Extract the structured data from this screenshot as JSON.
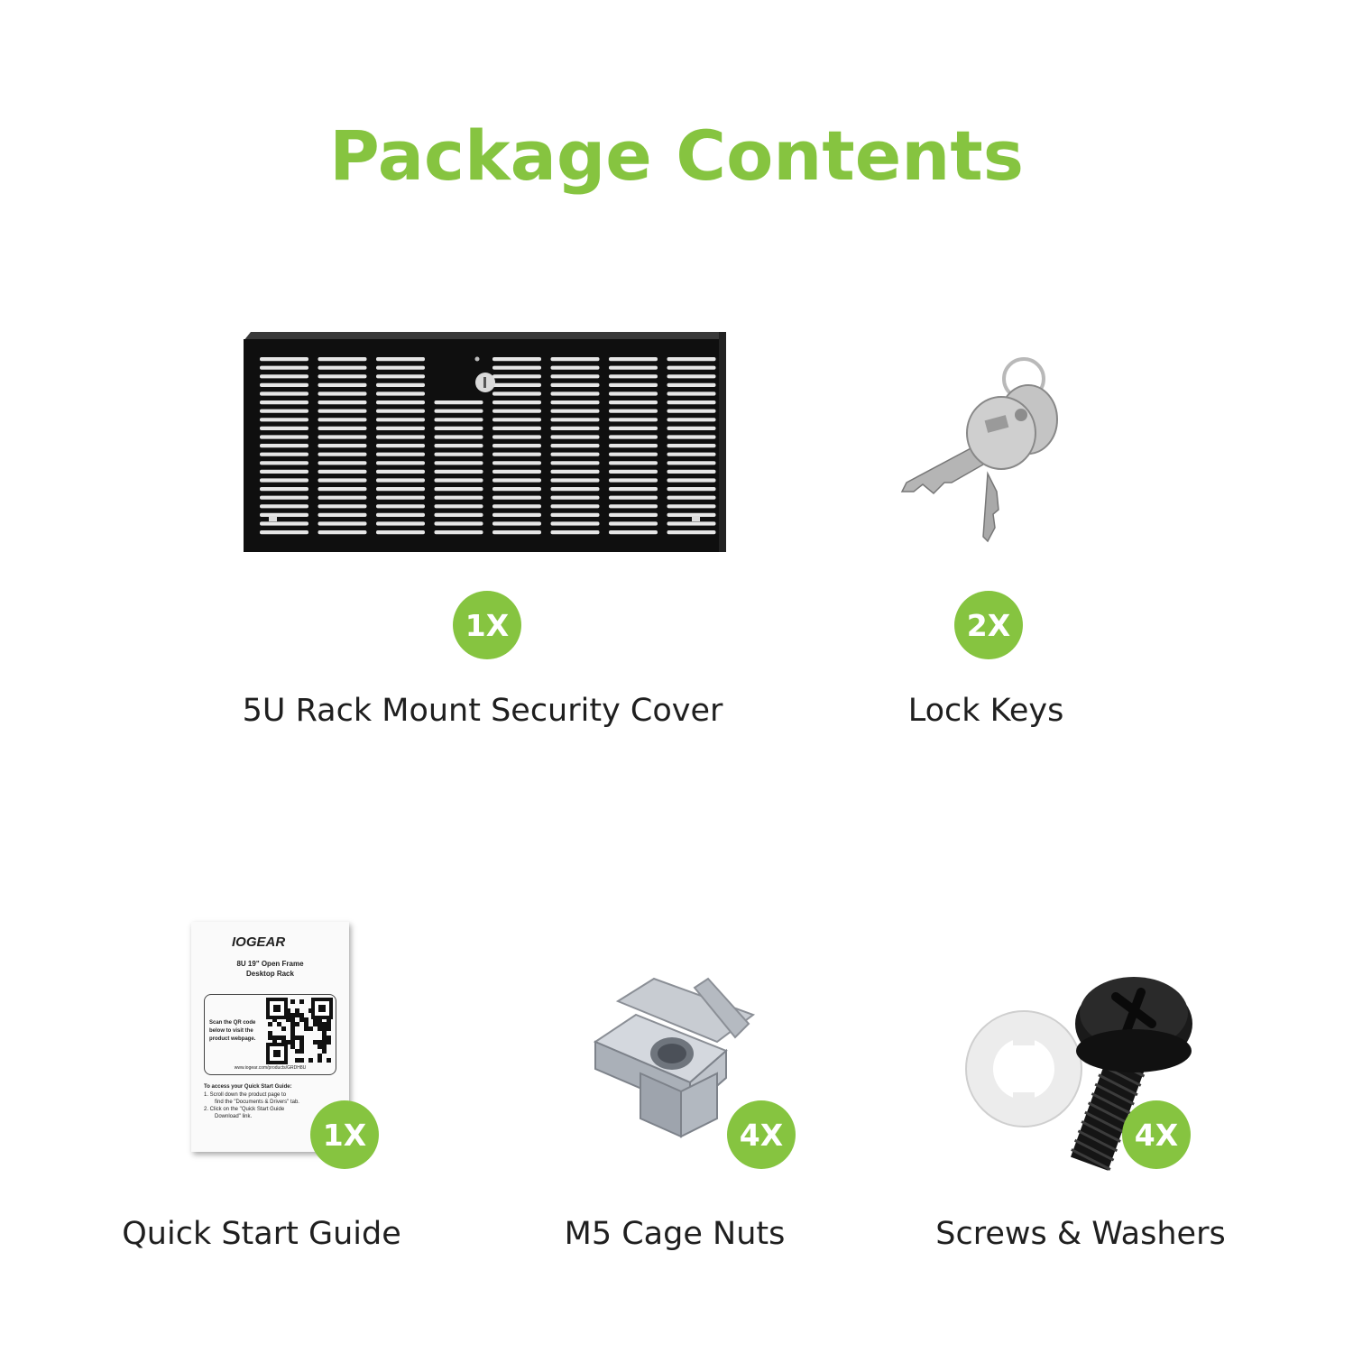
{
  "page": {
    "title": "Package Contents",
    "accent_color": "#86c440"
  },
  "items": [
    {
      "name": "5U Rack Mount Security Cover",
      "quantity": "1X",
      "icon": "rack-cover-icon"
    },
    {
      "name": "Lock Keys",
      "quantity": "2X",
      "icon": "lock-keys-icon"
    },
    {
      "name": "Quick Start Guide",
      "quantity": "1X",
      "icon": "quick-start-guide-icon"
    },
    {
      "name": "M5 Cage Nuts",
      "quantity": "4X",
      "icon": "cage-nut-icon"
    },
    {
      "name": "Screws & Washers",
      "quantity": "4X",
      "icon": "screw-washer-icon"
    }
  ],
  "guide": {
    "brand": "IOGEAR",
    "product_title_line1": "8U 19\" Open Frame",
    "product_title_line2": "Desktop Rack",
    "qr_text_line1": "Scan the QR code",
    "qr_text_line2": "below to visit the",
    "qr_text_line3": "product webpage.",
    "url": "www.iogear.com/products/GRDH8U",
    "access_heading": "To access your Quick Start Guide:",
    "step1_line1": "1.   Scroll down the product page to",
    "step1_line2": "find the \"Documents & Drivers\" tab.",
    "step2_line1": "2.   Click on the \"Quick Start Guide",
    "step2_line2": "Download\" link."
  }
}
